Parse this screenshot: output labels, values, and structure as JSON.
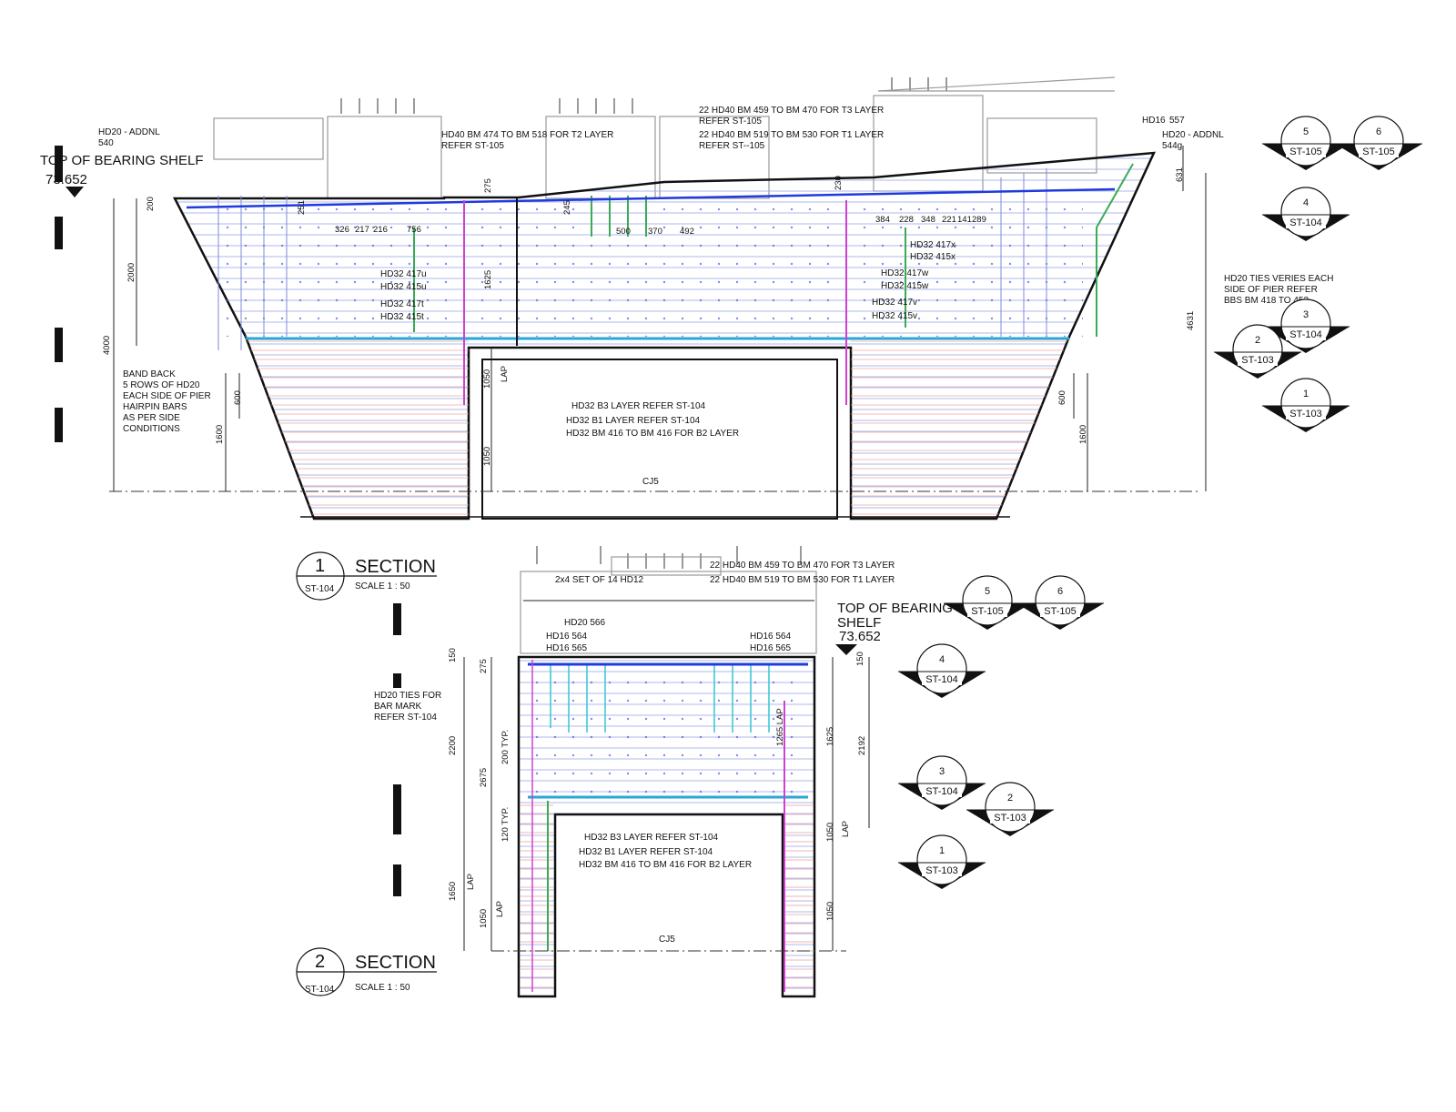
{
  "section1": {
    "number": "1",
    "sheet": "ST-104",
    "title": "SECTION",
    "scale": "SCALE    1 : 50",
    "top_of_shelf_label": "TOP OF BEARING SHELF",
    "top_of_shelf_level": "73.652",
    "construction_joint": "CJ5",
    "lap": "LAP",
    "notes": {
      "hd20_addnl_left": "HD20 - ADDNL",
      "hd20_addnl_left_mark": "540",
      "hd40_t2_line1": "HD40 BM 474 TO BM 518 FOR T2 LAYER",
      "hd40_t2_line2": "REFER ST-105",
      "hd40_t3_line1": "22 HD40 BM 459 TO BM 470 FOR T3 LAYER",
      "hd40_t3_line2": "REFER ST-105",
      "hd40_t1_line1": "22 HD40 BM 519 TO BM 530 FOR T1 LAYER",
      "hd40_t1_line2": "REFER ST--105",
      "hd16_right": "HD16",
      "hd16_right_mark": "557",
      "hd20_addnl_right": "HD20 - ADDNL",
      "hd20_addnl_right_mark": "544g",
      "hd20_ties_line1": "HD20 TIES VERIES EACH",
      "hd20_ties_line2": "SIDE OF PIER REFER",
      "hd20_ties_line3": "BBS BM 418 TO 453",
      "band_back_line1": "BAND BACK",
      "band_back_line2": "5 ROWS OF HD20",
      "band_back_line3": "EACH SIDE OF PIER",
      "band_back_line4": "HAIRPIN BARS",
      "band_back_line5": "AS PER SIDE",
      "band_back_line6": "CONDITIONS",
      "b3": "HD32 B3 LAYER REFER ST-104",
      "b1": "HD32 B1 LAYER REFER ST-104",
      "b2": "HD32 BM 416 TO BM 416 FOR B2 LAYER"
    },
    "bar_marks_left": [
      "HD32 417u",
      "HD32 415u",
      "HD32 417t",
      "HD32 415t"
    ],
    "bar_marks_right": [
      "HD32 417x",
      "HD32 415x",
      "HD32 417w",
      "HD32 415w",
      "HD32 417v",
      "HD32 415v"
    ],
    "dims": {
      "d200": "200",
      "d2000": "2000",
      "d4000": "4000",
      "d1600": "1600",
      "d600": "600",
      "d251": "251",
      "d326": "326",
      "d217": "217",
      "d216": "216",
      "d756": "756",
      "d275": "275",
      "d1625": "1625",
      "d245": "245",
      "d500": "500",
      "d370": "370",
      "d492": "492",
      "d230": "230",
      "d384": "384",
      "d228": "228",
      "d348": "348",
      "d221": "221",
      "d141": "141",
      "d289": "289",
      "d631": "631",
      "d4631": "4631",
      "d600r": "600",
      "d1600r": "1600",
      "d1050a": "1050",
      "d1050b": "1050"
    }
  },
  "section2": {
    "number": "2",
    "sheet": "ST-104",
    "title": "SECTION",
    "scale": "SCALE    1 : 50",
    "top_of_shelf_line1": "TOP OF BEARING",
    "top_of_shelf_line2": "SHELF",
    "top_of_shelf_level": "73.652",
    "construction_joint": "CJ5",
    "notes": {
      "t3": "22 HD40 BM 459 TO BM 470 FOR T3 LAYER",
      "t1": "22 HD40 BM 519 TO BM 530 FOR T1 LAYER",
      "hd12": "2x4 SET OF 14 HD12",
      "hd20": "HD20 566",
      "hd16_l1": "HD16 564",
      "hd16_l2": "HD16 565",
      "hd16_r1": "HD16 564",
      "hd16_r2": "HD16 565",
      "ties_line1": "HD20 TIES FOR",
      "ties_line2": "BAR MARK",
      "ties_line3": "REFER ST-104",
      "b3": "HD32 B3 LAYER REFER ST-104",
      "b1": "HD32 B1 LAYER REFER ST-104",
      "b2": "HD32 BM 416 TO BM 416 FOR B2 LAYER"
    },
    "dims": {
      "d150l": "150",
      "d275": "275",
      "d2200": "2200",
      "d2675": "2675",
      "d200typ": "200 TYP.",
      "d120typ": "120 TYP.",
      "d1650": "1650",
      "lap1": "LAP",
      "d1050": "1050",
      "lap2": "LAP",
      "d1265": "1265 LAP",
      "d150r": "150",
      "d1625": "1625",
      "d2192": "2192",
      "d1050r1": "1050",
      "lapr": "LAP",
      "d1050r2": "1050"
    }
  },
  "section_markers_top": [
    {
      "num": "5",
      "sheet": "ST-105"
    },
    {
      "num": "6",
      "sheet": "ST-105"
    },
    {
      "num": "4",
      "sheet": "ST-104"
    },
    {
      "num": "3",
      "sheet": "ST-104"
    },
    {
      "num": "2",
      "sheet": "ST-103"
    },
    {
      "num": "1",
      "sheet": "ST-103"
    }
  ],
  "section_markers_bottom": [
    {
      "num": "5",
      "sheet": "ST-105"
    },
    {
      "num": "6",
      "sheet": "ST-105"
    },
    {
      "num": "4",
      "sheet": "ST-104"
    },
    {
      "num": "3",
      "sheet": "ST-104"
    },
    {
      "num": "2",
      "sheet": "ST-103"
    },
    {
      "num": "1",
      "sheet": "ST-103"
    }
  ]
}
